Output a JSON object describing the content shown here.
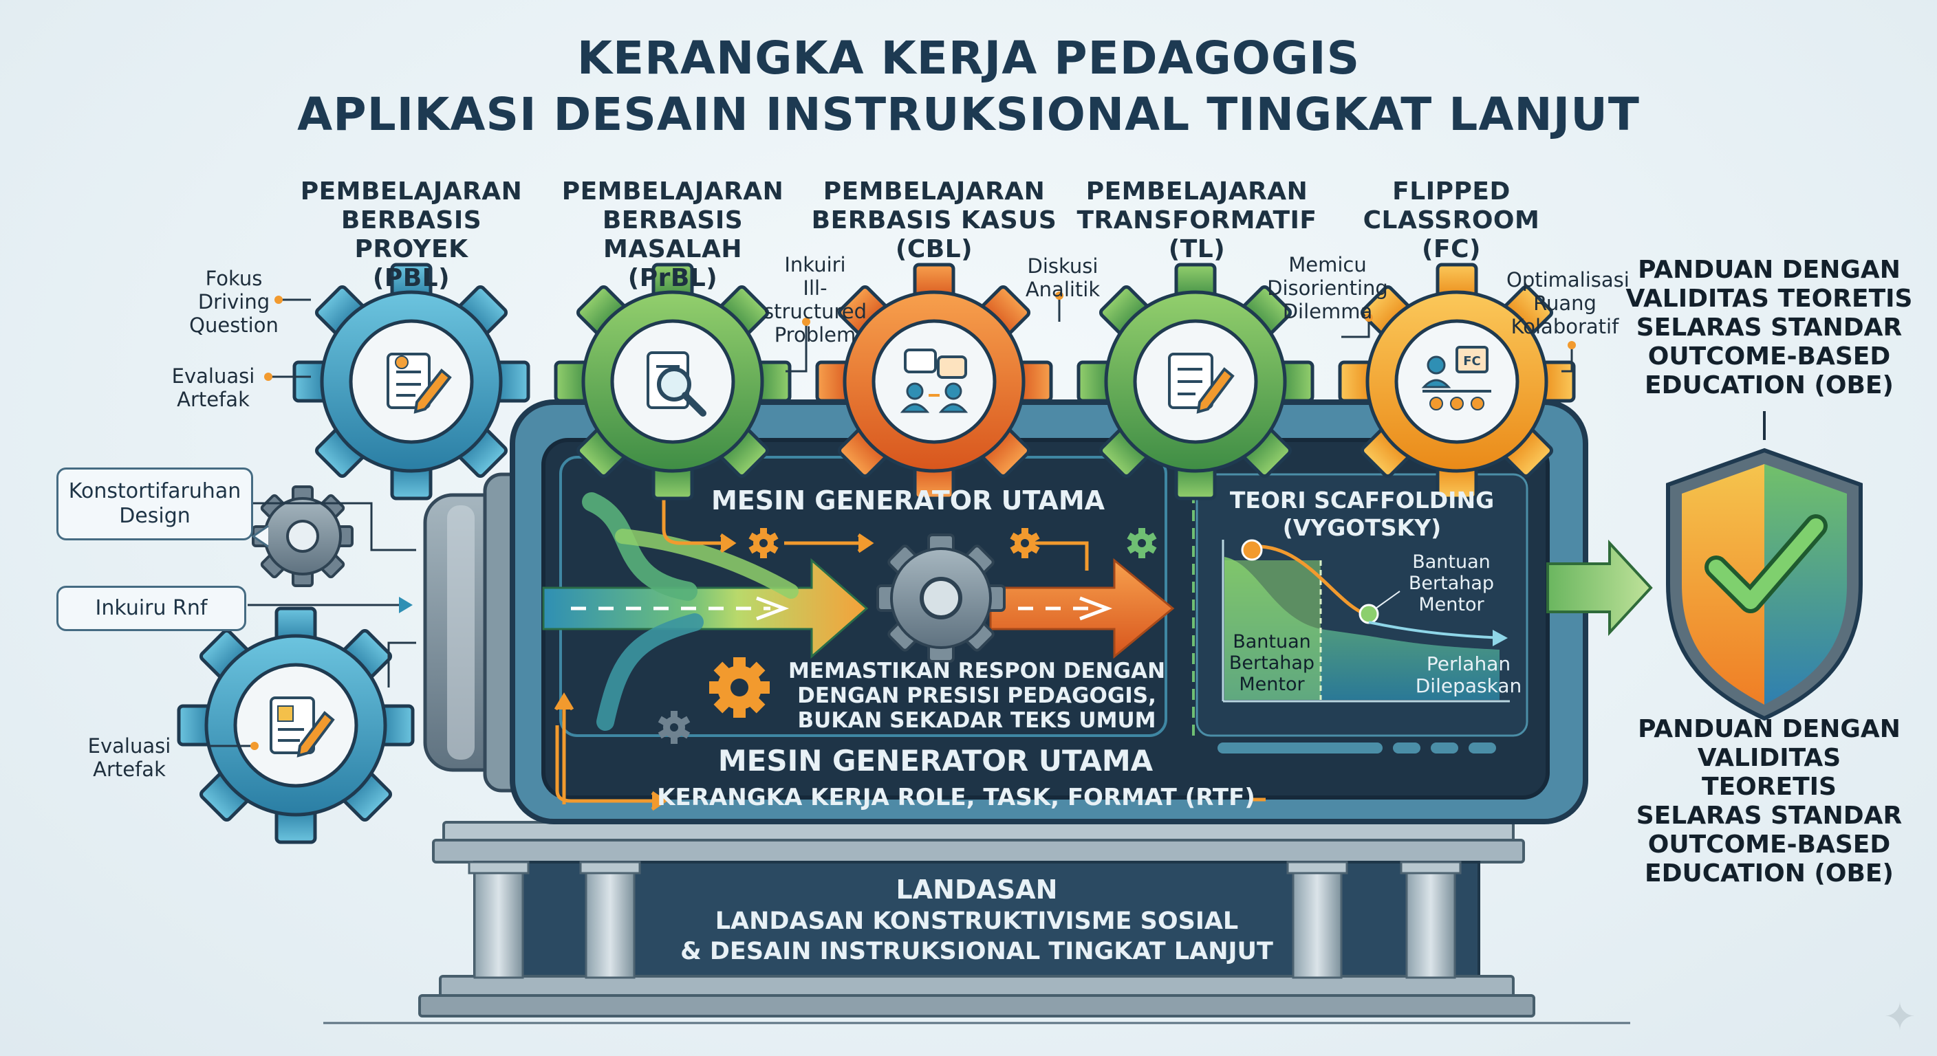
{
  "title": {
    "line1": "KERANGKA KERJA PEDAGOGIS",
    "line2": "APLIKASI DESAIN INSTRUKSIONAL TINGKAT LANJUT"
  },
  "methods": [
    {
      "l1": "PEMBELAJARAN",
      "l2": "BERBASIS PROYEK",
      "l3": "(PBL)",
      "color": "#2f8fb4"
    },
    {
      "l1": "PEMBELAJARAN",
      "l2": "BERBASIS MASALAH",
      "l3": "(PrBL)",
      "color": "#4d9a49"
    },
    {
      "l1": "PEMBELAJARAN",
      "l2": "BERBASIS KASUS",
      "l3": "(CBL)",
      "color": "#e66a24"
    },
    {
      "l1": "PEMBELAJARAN",
      "l2": "TRANSFORMATIF (TL)",
      "l3": "",
      "color": "#3e9a58"
    },
    {
      "l1": "FLIPPED",
      "l2": "CLASSROOM",
      "l3": "(FC)",
      "color": "#f0961e"
    }
  ],
  "notes": {
    "pbl_focus": [
      "Fokus",
      "Driving",
      "Question"
    ],
    "pbl_eval": [
      "Evaluasi",
      "Artefak"
    ],
    "prbl": [
      "Inkuiri",
      "Ill-structured",
      "Problem"
    ],
    "cbl": [
      "Diskusi",
      "Analitik"
    ],
    "tl": [
      "Memicu",
      "Disorienting",
      "Dilemma"
    ],
    "fc": [
      "Optimalisasi",
      "Ruang",
      "Kolaboratif"
    ],
    "lower_eval": [
      "Evaluasi",
      "Artefak"
    ]
  },
  "callouts": {
    "design": [
      "Konstortifaruhan",
      "Design"
    ],
    "inkuiru": "Inkuiru Rnf"
  },
  "right_top": [
    "PANDUAN DENGAN",
    "VALIDITAS TEORETIS",
    "SELARAS STANDAR",
    "OUTCOME-BASED",
    "EDUCATION (OBE)"
  ],
  "right_bottom": [
    "PANDUAN DENGAN",
    "VALIDITAS",
    "TEORETIS",
    "SELARAS STANDAR",
    "OUTCOME-BASED",
    "EDUCATION (OBE)"
  ],
  "engine": {
    "top_label": "MESIN GENERATOR UTAMA",
    "mid_text": [
      "MEMASTIKAN RESPON DENGAN",
      "DENGAN PRESISI PEDAGOGIS,",
      "BUKAN SEKADAR TEKS UMUM"
    ],
    "bottom_label": "MESIN GENERATOR UTAMA",
    "rtf_label": "KERANGKA KERJA ROLE, TASK, FORMAT (RTF)"
  },
  "scaffold": {
    "title1": "TEORI SCAFFOLDING",
    "title2": "(VYGOTSKY)",
    "help_top": [
      "Bantuan",
      "Bertahap",
      "Mentor"
    ],
    "help_box": [
      "Bantuan",
      "Bertahap",
      "Mentor"
    ],
    "release": [
      "Perlahan",
      "Dilepaskan"
    ]
  },
  "base": {
    "l1": "LANDASAN",
    "l2": "LANDASAN KONSTRUKTIVISME SOSIAL",
    "l3": "& DESAIN INSTRUKSIONAL TINGKAT LANJUT"
  },
  "colors": {
    "navy": "#1f3a50",
    "screen": "#1d3448",
    "orange": "#f29a2e",
    "green": "#5fb25a",
    "blue": "#2f8fb4"
  }
}
